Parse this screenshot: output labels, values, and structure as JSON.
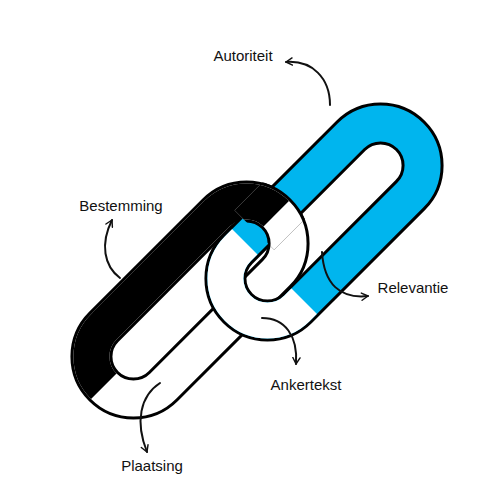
{
  "diagram": {
    "labels": [
      "Autoriteit",
      "Bestemming",
      "Relevantie",
      "Ankertekst",
      "Plaatsing"
    ]
  }
}
